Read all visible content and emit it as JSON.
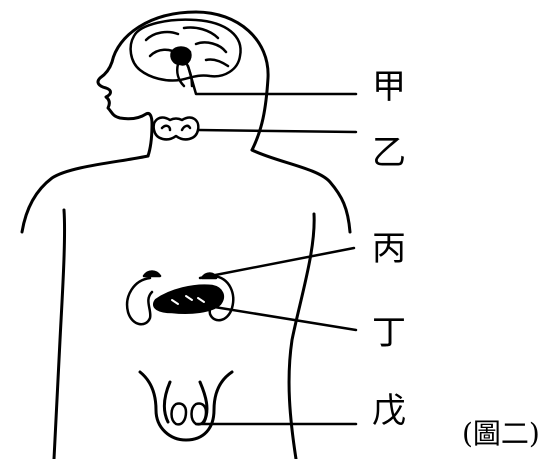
{
  "labels": {
    "jia": "甲",
    "yi": "乙",
    "bing": "丙",
    "ding": "丁",
    "wu": "戊"
  },
  "caption": "(圖二)"
}
